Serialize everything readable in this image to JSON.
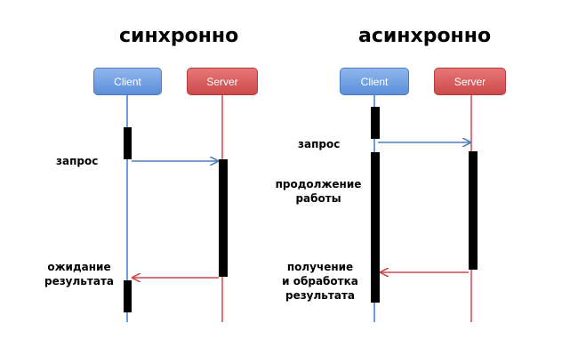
{
  "sync": {
    "title": "синхронно",
    "client_label": "Client",
    "server_label": "Server",
    "request_label": "запрос",
    "wait_label": [
      "ожидание",
      "результата"
    ]
  },
  "async": {
    "title": "асинхронно",
    "client_label": "Client",
    "server_label": "Server",
    "request_label": "запрос",
    "continue_label": [
      "продолжение",
      "работы"
    ],
    "receive_label": [
      "получение",
      "и обработка",
      "результата"
    ]
  },
  "colors": {
    "client_line": "#3b7fd4",
    "server_line": "#d44a4a",
    "request_arrow": "#4f7fc0",
    "response_arrow": "#c9484f",
    "activation": "#000000"
  }
}
